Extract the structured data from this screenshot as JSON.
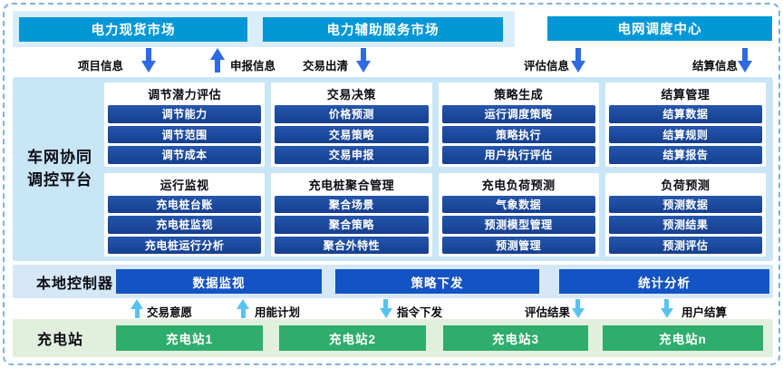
{
  "header": {
    "markets": [
      {
        "label": "电力现货市场"
      },
      {
        "label": "电力辅助服务市场"
      },
      {
        "label": "电网调度中心"
      }
    ]
  },
  "top_flows": [
    {
      "label": "项目信息",
      "direction": "down"
    },
    {
      "label": "申报信息",
      "direction": "up"
    },
    {
      "label": "交易出清",
      "direction": "down"
    },
    {
      "label": "评估信息",
      "direction": "down"
    },
    {
      "label": "结算信息",
      "direction": "down"
    }
  ],
  "platform": {
    "label_line1": "车网协同",
    "label_line2": "调控平台",
    "groups": [
      {
        "title": "调节潜力评估",
        "items": [
          "调节能力",
          "调节范围",
          "调节成本"
        ]
      },
      {
        "title": "交易决策",
        "items": [
          "价格预测",
          "交易策略",
          "交易申报"
        ]
      },
      {
        "title": "策略生成",
        "items": [
          "运行调度策略",
          "策略执行",
          "用户执行评估"
        ]
      },
      {
        "title": "结算管理",
        "items": [
          "结算数据",
          "结算规则",
          "结算报告"
        ]
      },
      {
        "title": "运行监视",
        "items": [
          "充电桩台账",
          "充电桩监视",
          "充电桩运行分析"
        ]
      },
      {
        "title": "充电桩聚合管理",
        "items": [
          "聚合场景",
          "聚合策略",
          "聚合外特性"
        ]
      },
      {
        "title": "充电负荷预测",
        "items": [
          "气象数据",
          "预测模型管理",
          "预测管理"
        ]
      },
      {
        "title": "负荷预测",
        "items": [
          "预测数据",
          "预测结果",
          "预测评估"
        ]
      }
    ]
  },
  "controller": {
    "label": "本地控制器",
    "modules": [
      {
        "label": "数据监视"
      },
      {
        "label": "策略下发"
      },
      {
        "label": "统计分析"
      }
    ]
  },
  "bottom_flows": [
    {
      "label": "交易意愿",
      "direction": "up"
    },
    {
      "label": "用能计划",
      "direction": "up"
    },
    {
      "label": "指令下发",
      "direction": "down"
    },
    {
      "label": "评估结果",
      "direction": "down"
    },
    {
      "label": "用户结算",
      "direction": "down"
    }
  ],
  "stations": {
    "label": "充电站",
    "items": [
      {
        "label": "充电站1"
      },
      {
        "label": "充电站2"
      },
      {
        "label": "充电站3"
      },
      {
        "label": "充电站n"
      }
    ]
  },
  "colors": {
    "market_header": "#0097d7",
    "platform_band": "#c8e6f5",
    "module_item": "#163f8f",
    "controller_module": "#1353c4",
    "station_box": "#2ead6c",
    "arrow_primary": "#2e6ae3",
    "arrow_secondary": "#59c3f0"
  }
}
